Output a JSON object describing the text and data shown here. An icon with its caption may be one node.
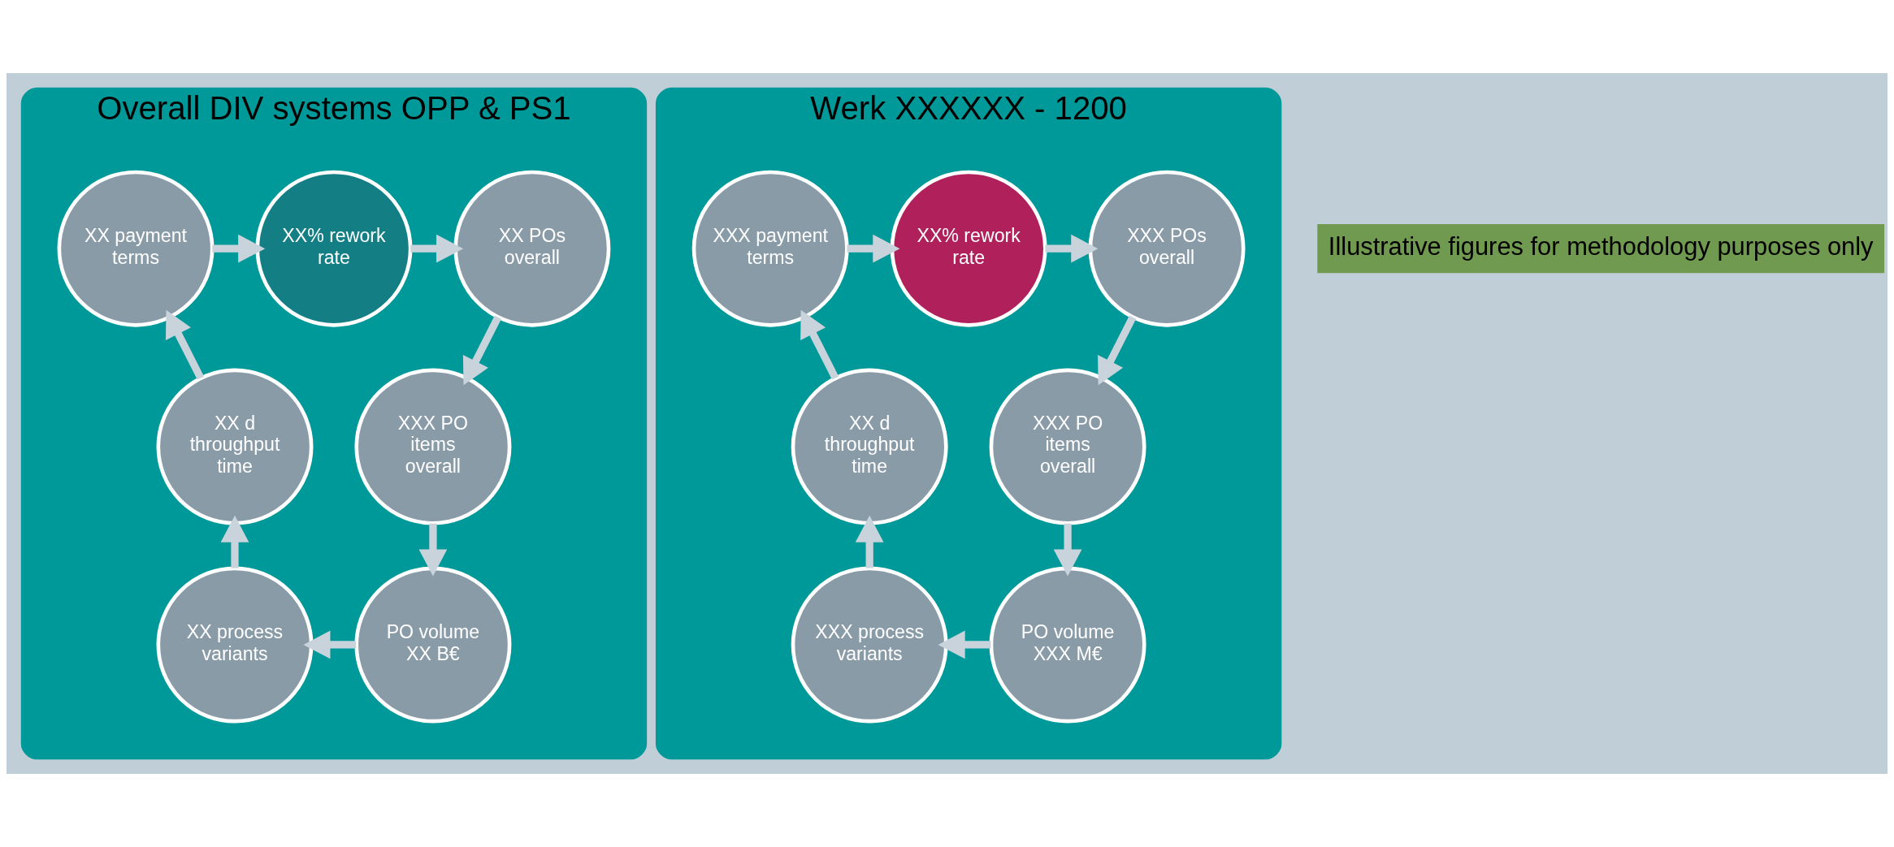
{
  "diagram": {
    "nodes": [
      {
        "text": [
          "Overall DIV systems OPP & PS1"
        ]
      },
      {
        "text": [
          "XX% rework rate"
        ],
        "in": 0
      },
      {
        "text": [
          "XX POs overall"
        ],
        "in": 0
      },
      {
        "text": [
          "XXX PO items overall"
        ],
        "in": 0
      },
      {
        "text": [
          "PO volume XX B€"
        ],
        "in": 0
      },
      {
        "text": [
          "XX process variants"
        ],
        "in": 0
      },
      {
        "text": [
          "XX d throughput time"
        ],
        "in": 0
      },
      {
        "text": [
          "XX payment terms"
        ],
        "in": 0
      },
      {
        "text": [
          "Werk XXXXXX - 1200"
        ]
      },
      {
        "text": [
          "XX% rework rate"
        ],
        "in": 8
      },
      {
        "text": [
          "XXX POs overall"
        ],
        "in": 8
      },
      {
        "text": [
          "XXX PO items overall"
        ],
        "in": 8
      },
      {
        "text": [
          "PO volume XXX M€"
        ],
        "in": 8
      },
      {
        "text": [
          "XXX process variants"
        ],
        "in": 8
      },
      {
        "text": [
          "XX d throughput time"
        ],
        "in": 8
      },
      {
        "text": [
          "XXX payment terms"
        ],
        "in": 8
      }
    ],
    "edges": [
      {
        "from": 1,
        "to": 2,
        "arrow": "to"
      },
      {
        "from": 2,
        "to": 3,
        "arrow": "to"
      },
      {
        "from": 3,
        "to": 4,
        "arrow": "to"
      },
      {
        "from": 4,
        "to": 5,
        "arrow": "to"
      },
      {
        "from": 5,
        "to": 6,
        "arrow": "to"
      },
      {
        "from": 6,
        "to": 7,
        "arrow": "to"
      },
      {
        "from": 7,
        "to": 1,
        "arrow": "to"
      },
      {
        "from": 9,
        "to": 10,
        "arrow": "to"
      },
      {
        "from": 10,
        "to": 11,
        "arrow": "to"
      },
      {
        "from": 11,
        "to": 12,
        "arrow": "to"
      },
      {
        "from": 12,
        "to": 13,
        "arrow": "to"
      },
      {
        "from": 13,
        "to": 14,
        "arrow": "to"
      },
      {
        "from": 14,
        "to": 15,
        "arrow": "to"
      },
      {
        "from": 15,
        "to": 9,
        "arrow": "to"
      }
    ],
    "labels": [
      "Illustrative figures for methodology purposes only"
    ]
  }
}
